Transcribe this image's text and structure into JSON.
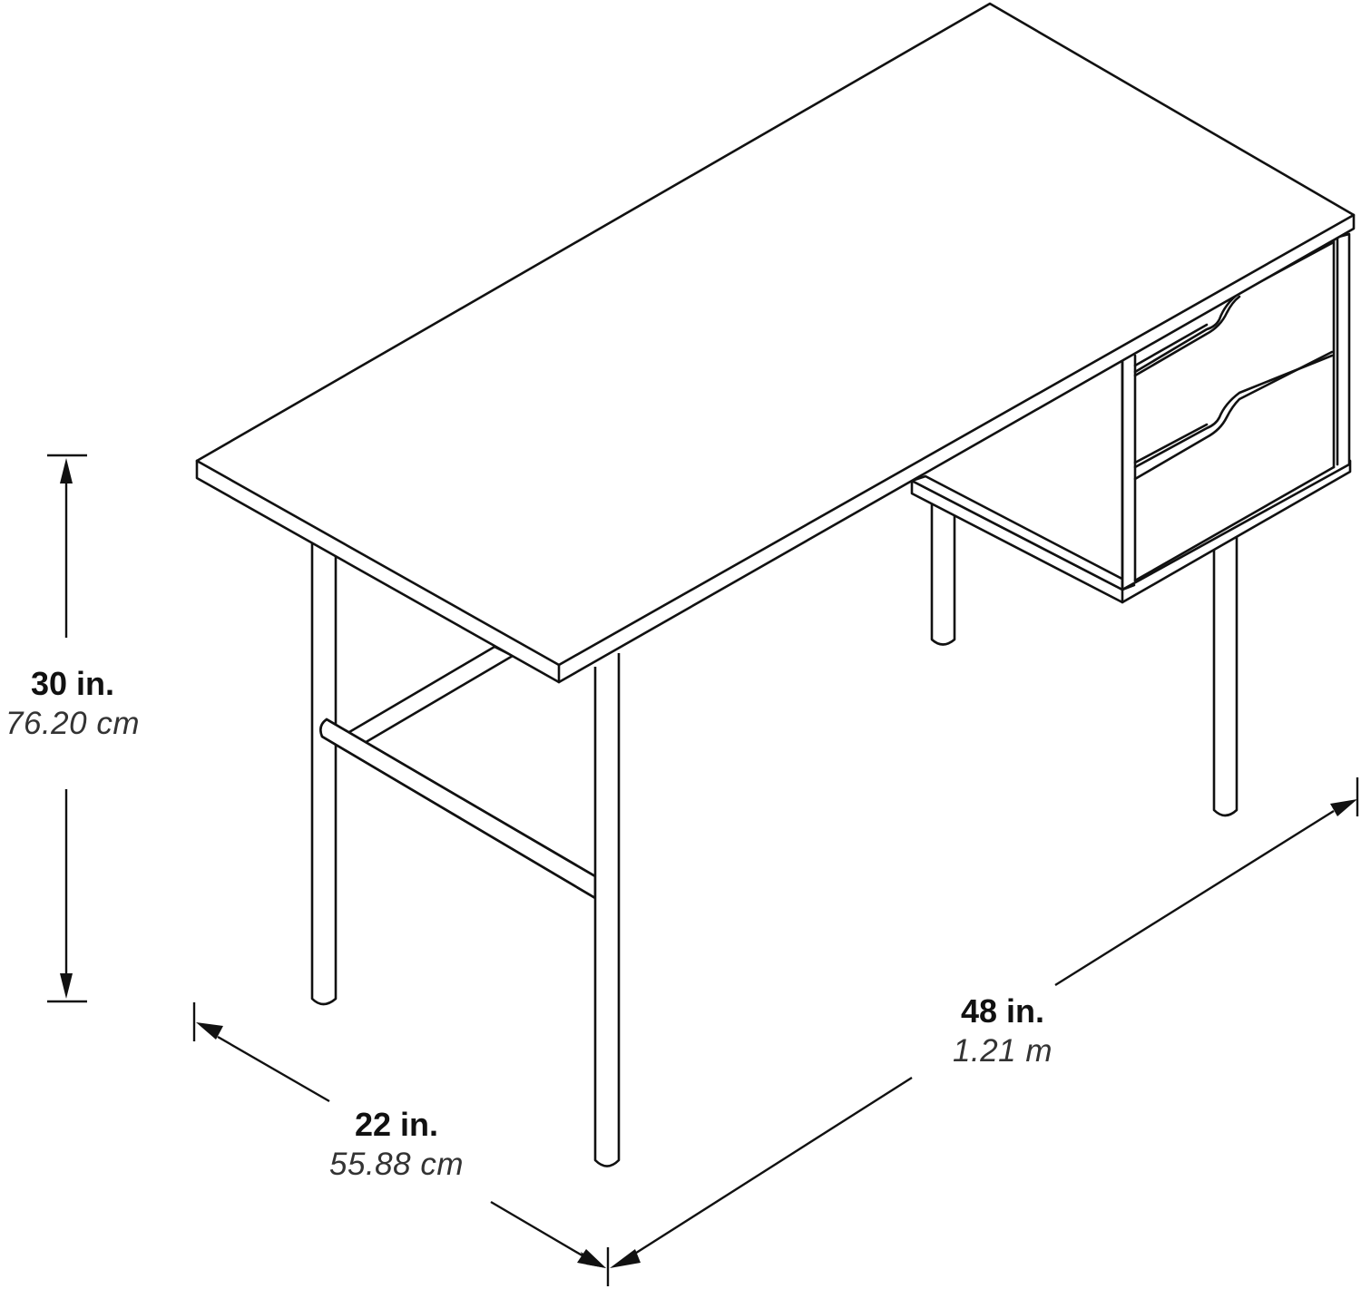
{
  "diagram": {
    "subject": "Writing desk with two-drawer pedestal",
    "line_color": "#111111",
    "background": "#ffffff",
    "dimensions": {
      "height": {
        "imperial": "30 in.",
        "metric": "76.20 cm"
      },
      "depth": {
        "imperial": "22 in.",
        "metric": "55.88 cm"
      },
      "width": {
        "imperial": "48 in.",
        "metric": "1.21 m"
      }
    }
  }
}
